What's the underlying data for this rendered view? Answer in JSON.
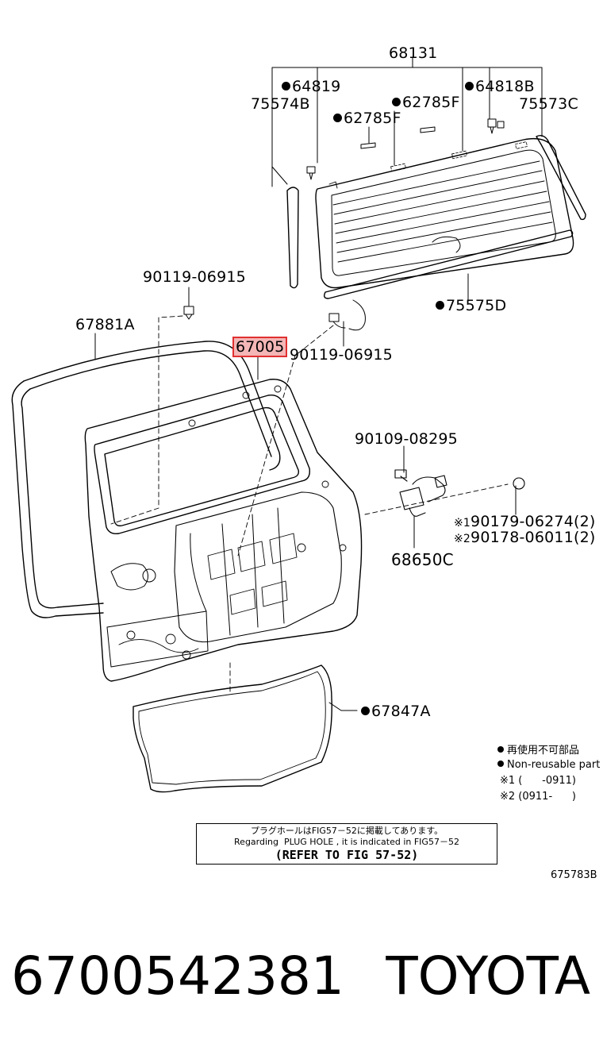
{
  "parts": {
    "p68131": "68131",
    "p64819": "64819",
    "p64818B": "64818B",
    "p75574B": "75574B",
    "p62785F_a": "62785F",
    "p62785F_b": "62785F",
    "p75573C": "75573C",
    "p90119_a": "90119-06915",
    "p90119_b": "90119-06915",
    "p75575D": "75575D",
    "p67881A": "67881A",
    "p67005": "67005",
    "p90109": "90109-08295",
    "p90179": "90179-06274(2)",
    "p90178": "90178-06011(2)",
    "p68650C": "68650C",
    "p67847A": "67847A"
  },
  "marks": {
    "ref1": "※1",
    "ref2": "※2"
  },
  "legend": {
    "reuse_jp": "再使用不可部品",
    "reuse_en": "Non-reusable part",
    "range1": "※1 (      -0911)",
    "range2": "※2 (0911-      )"
  },
  "note": {
    "line_jp": "プラグホールはFIG57－52に掲載してあります。",
    "line_en": "Regarding  PLUG HOLE , it is indicated in FIG57－52",
    "line_ref": "(REFER TO FIG 57-52)"
  },
  "figure_code": "675783B",
  "footer": {
    "part_number": "6700542381",
    "brand": "TOYOTA"
  },
  "colors": {
    "highlight": "#f4b6b6",
    "highlight_border": "#e03030",
    "ink": "#000000"
  }
}
